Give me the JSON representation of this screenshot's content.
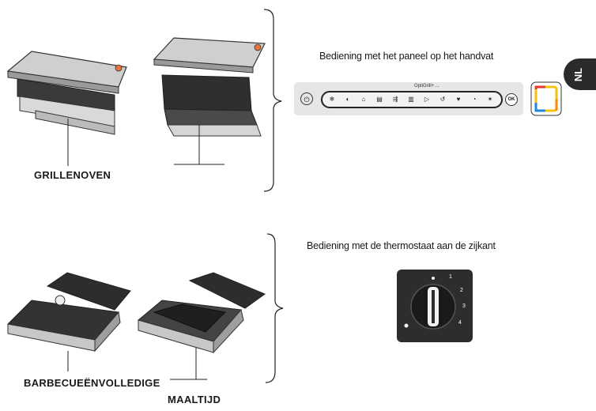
{
  "tab": {
    "label": "NL"
  },
  "labels": {
    "grill_oven": "GRILLENOVEN",
    "barbecue_full": "BARBECUEËNVOLLEDIGE",
    "meal": "MAALTIJD"
  },
  "headings": {
    "panel": "Bediening met het paneel op het handvat",
    "thermostat": "Bediening met de thermostaat aan de zijkant"
  },
  "control_panel": {
    "title": "OptiGrill+ ... ",
    "ok_label": "OK",
    "buttons": [
      "❄",
      "◐",
      "⌂",
      "▤",
      "⇶",
      "▥",
      "▷",
      "↺",
      "♥",
      "◔",
      "✶"
    ]
  },
  "thermostat": {
    "numbers": [
      "1",
      "2",
      "3",
      "4"
    ]
  },
  "colors": {
    "tab_bg": "#2b2b2b",
    "panel_bg": "#e6e6e6",
    "dial_bg": "#2d2d2d"
  }
}
